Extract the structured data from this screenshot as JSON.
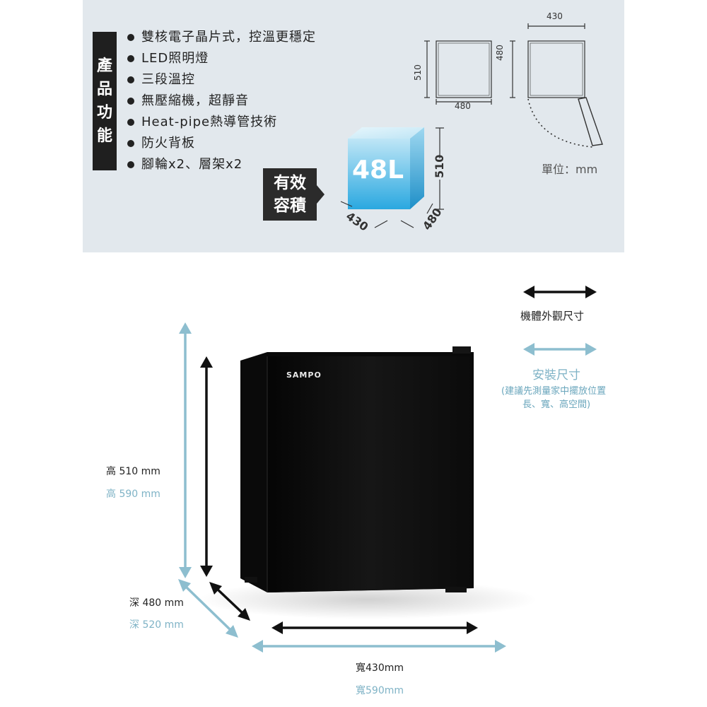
{
  "product": {
    "vertical_label": [
      "產",
      "品",
      "功",
      "能"
    ],
    "features": [
      "雙核電子晶片式，控溫更穩定",
      "LED照明燈",
      "三段溫控",
      "無壓縮機，超靜音",
      "Heat-pipe熱導管技術",
      "防火背板",
      "腳輪x2、層架x2"
    ],
    "capacity_tag": [
      "有效",
      "容積"
    ],
    "capacity": "48L",
    "cube_dims": {
      "height": "510",
      "width": "430",
      "depth": "480"
    },
    "front_dims": {
      "height": "510",
      "width": "480"
    },
    "top_dims": {
      "width": "430",
      "depth": "480"
    },
    "unit": "單位：mm"
  },
  "legend": {
    "exterior": "機體外觀尺寸",
    "install_title": "安裝尺寸",
    "install_note_1": "(建議先測量家中擺放位置",
    "install_note_2": "長、寬、高空間)"
  },
  "measurements": {
    "height_exterior": "高 510 mm",
    "height_install": "高 590 mm",
    "depth_exterior": "深 480 mm",
    "depth_install": "深 520 mm",
    "width_exterior": "寬430mm",
    "width_install": "寬590mm"
  },
  "brand": "SAMPO",
  "colors": {
    "panel_bg": "#e2e8ed",
    "exterior_arrow": "#111111",
    "install_arrow": "#8dbecf",
    "cube_blue": "#5fc0e8"
  }
}
